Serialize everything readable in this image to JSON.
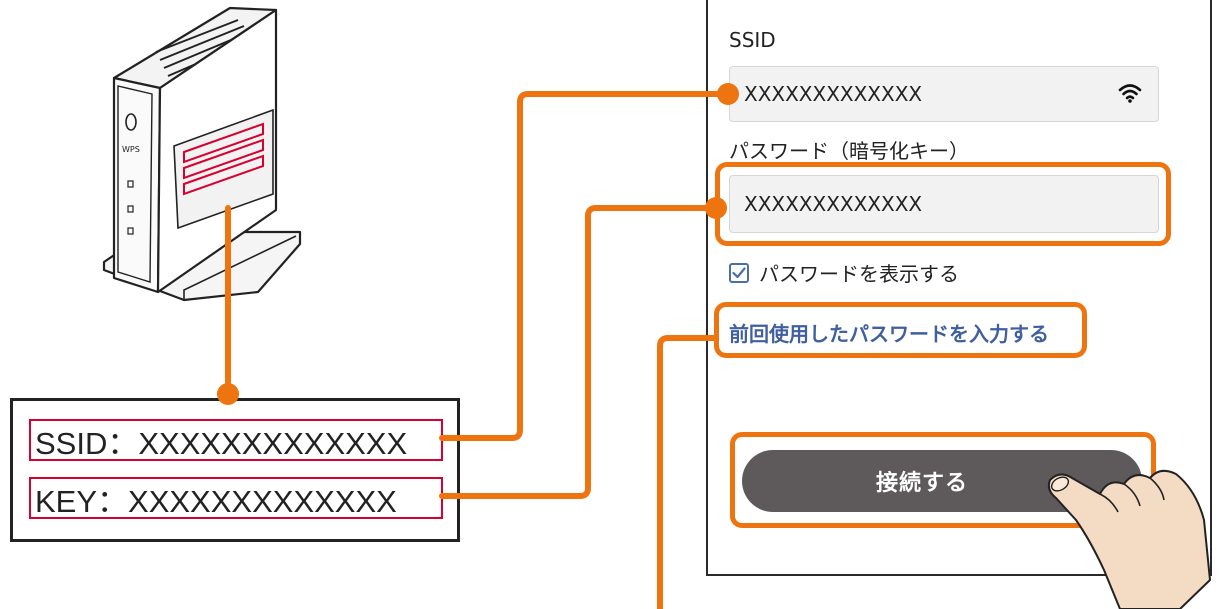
{
  "router": {
    "wps_label": "WPS"
  },
  "phone": {
    "ssid_label": "SSID",
    "ssid_value": "XXXXXXXXXXXXX",
    "password_label": "パスワード（暗号化キー）",
    "password_value": "XXXXXXXXXXXXX",
    "show_password_label": "パスワードを表示する",
    "show_password_checked": true,
    "previous_password_link": "前回使用したパスワードを入力する",
    "connect_button": "接続する"
  },
  "sticker": {
    "ssid_line": "SSID：XXXXXXXXXXXXX",
    "key_line": "KEY：XXXXXXXXXXXXX"
  },
  "colors": {
    "callout_orange": "#ee7410",
    "sticker_red": "#d8002f",
    "link_blue": "#3f5f9f",
    "button_gray": "#5e5a5c"
  }
}
